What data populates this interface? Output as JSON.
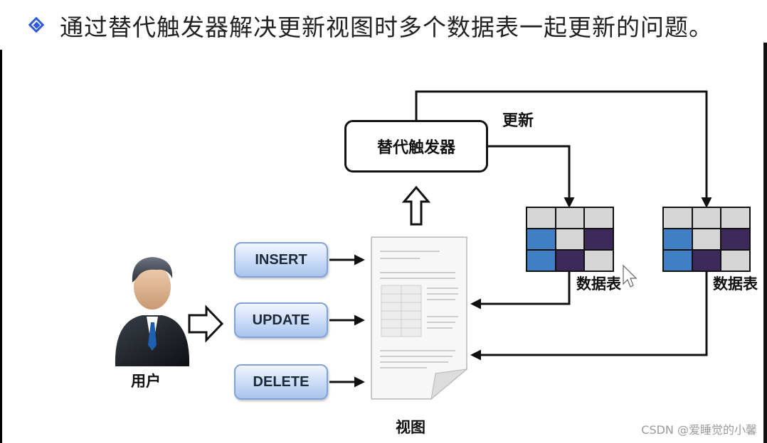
{
  "title": "通过替代触发器解决更新视图时多个数据表一起更新的问题。",
  "trigger_label": "替代触发器",
  "update_label": "更新",
  "operations": [
    "INSERT",
    "UPDATE",
    "DELETE"
  ],
  "view_label": "视图",
  "user_label": "用户",
  "tables": [
    {
      "label": "数据表"
    },
    {
      "label": "数据表"
    }
  ],
  "watermark": "CSDN @爱睡觉的小馨",
  "colors": {
    "accent": "#2f5bd6",
    "table_blue": "#3f7fc4",
    "table_purple": "#3b2a5a",
    "table_gray": "#d6d6d6"
  }
}
